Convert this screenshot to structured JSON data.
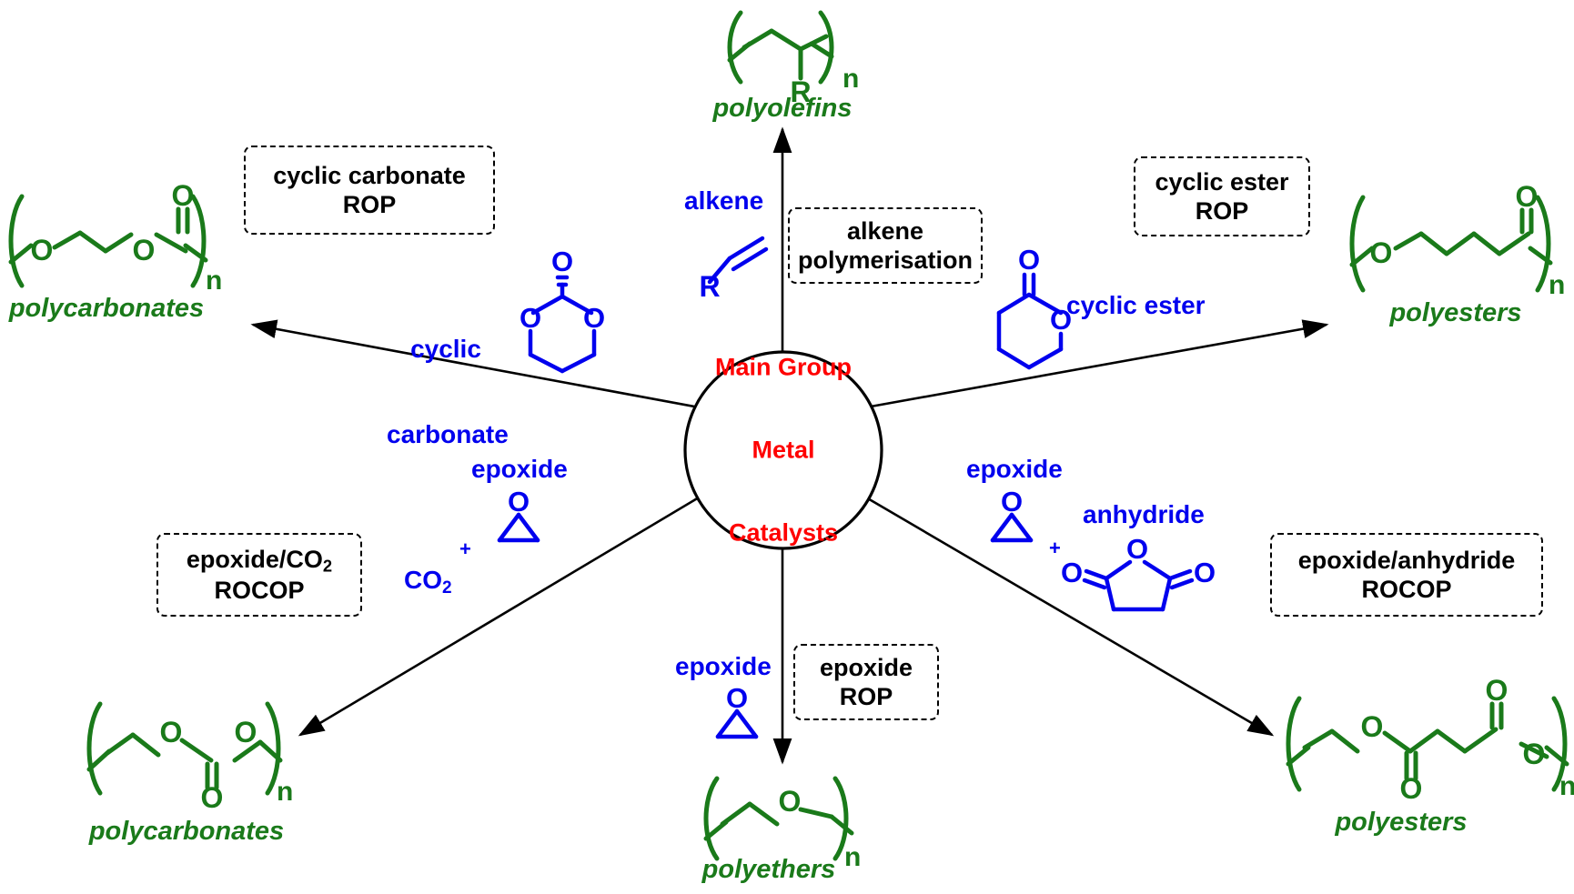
{
  "diagram": {
    "title_center": "Main Group\nMetal\nCatalysts",
    "center": {
      "line1": "Main Group",
      "line2": "Metal",
      "line3": "Catalysts",
      "color": "#ff0000"
    },
    "colors": {
      "monomer_blue": "#0000ee",
      "polymer_green": "#1a7a1a",
      "center_red": "#ff0000",
      "arrow_black": "#000000",
      "box_border": "#000000",
      "background": "#ffffff"
    },
    "branches": [
      {
        "id": "cyclic-carbonate-rop",
        "direction": "upper-left",
        "process_label_line1": "cyclic carbonate",
        "process_label_line2": "ROP",
        "monomer_label_line1": "cyclic",
        "monomer_label_line2": "carbonate",
        "monomer_atoms": [
          "O",
          "O",
          "O"
        ],
        "product_label": "polycarbonates",
        "product_atoms": [
          "O",
          "O",
          "O"
        ],
        "product_repeat": "n"
      },
      {
        "id": "alkene-polymerisation",
        "direction": "up",
        "process_label_line1": "alkene",
        "process_label_line2": "polymerisation",
        "monomer_label_line1": "alkene",
        "monomer_label_line2": "",
        "monomer_atoms": [
          "R"
        ],
        "product_label": "polyolefins",
        "product_atoms": [
          "R"
        ],
        "product_repeat": "n"
      },
      {
        "id": "cyclic-ester-rop",
        "direction": "upper-right",
        "process_label_line1": "cyclic ester",
        "process_label_line2": "ROP",
        "monomer_label_line1": "cyclic ester",
        "monomer_label_line2": "",
        "monomer_atoms": [
          "O",
          "O"
        ],
        "product_label": "polyesters",
        "product_atoms": [
          "O",
          "O"
        ],
        "product_repeat": "n"
      },
      {
        "id": "epoxide-co2-rocop",
        "direction": "lower-left",
        "process_label_line1": "epoxide/CO2",
        "process_label_line2": "ROCOP",
        "monomer_label_line1": "epoxide",
        "monomer_label_line2": "CO2",
        "monomer_plus": "+",
        "monomer_atoms": [
          "O"
        ],
        "product_label": "polycarbonates",
        "product_atoms": [
          "O",
          "O",
          "O"
        ],
        "product_repeat": "n"
      },
      {
        "id": "epoxide-rop",
        "direction": "down",
        "process_label_line1": "epoxide",
        "process_label_line2": "ROP",
        "monomer_label_line1": "epoxide",
        "monomer_label_line2": "",
        "monomer_atoms": [
          "O"
        ],
        "product_label": "polyethers",
        "product_atoms": [
          "O"
        ],
        "product_repeat": "n"
      },
      {
        "id": "epoxide-anhydride-rocop",
        "direction": "lower-right",
        "process_label_line1": "epoxide/anhydride",
        "process_label_line2": "ROCOP",
        "monomer_label_line1": "epoxide",
        "monomer_label_line2": "anhydride",
        "monomer_plus": "+",
        "monomer_atoms": [
          "O",
          "O",
          "O",
          "O"
        ],
        "product_label": "polyesters",
        "product_atoms": [
          "O",
          "O",
          "O",
          "O"
        ],
        "product_repeat": "n"
      }
    ],
    "atom_labels": {
      "oxygen": "O",
      "r_group": "R",
      "repeat_unit": "n",
      "plus": "+",
      "co2": "CO2"
    }
  }
}
